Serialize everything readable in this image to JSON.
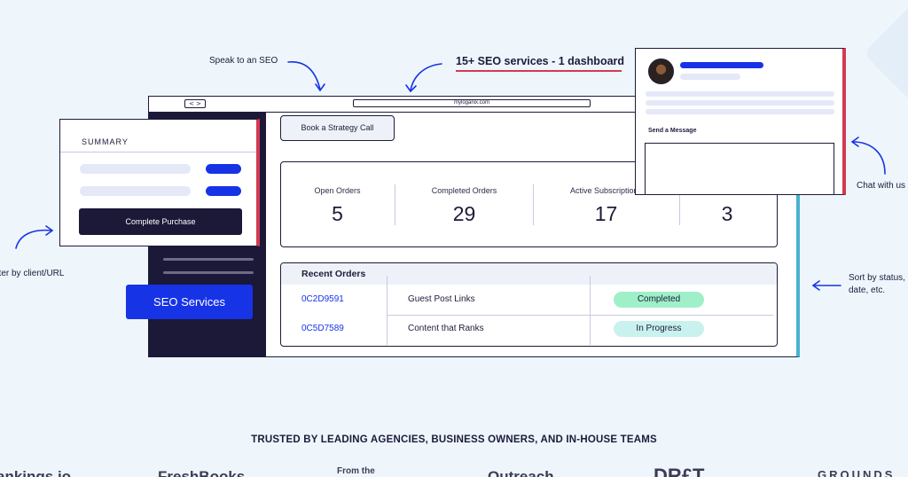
{
  "annotations": {
    "speak": "Speak to an SEO",
    "headline": "15+ SEO services - 1 dashboard",
    "chat": "Chat with us",
    "filter": "Filter by client/URL",
    "sort_line1": "Sort by status,",
    "sort_line2": "date, etc."
  },
  "browser": {
    "url": "myloganix.com",
    "nav_arrows": "< >"
  },
  "sidebar": {
    "seo_button": "SEO Services"
  },
  "toolbar": {
    "book_call": "Book a Strategy Call"
  },
  "stats": [
    {
      "label": "Open Orders",
      "value": "5"
    },
    {
      "label": "Completed Orders",
      "value": "29"
    },
    {
      "label": "Active Subscriptions",
      "value": "17"
    },
    {
      "label": "",
      "value": "3"
    }
  ],
  "orders": {
    "title": "Recent Orders",
    "rows": [
      {
        "id": "0C2D9591",
        "name": "Guest Post Links",
        "status": "Completed",
        "status_color": "#9ff0c8"
      },
      {
        "id": "0C5D7589",
        "name": "Content that Ranks",
        "status": "In Progress",
        "status_color": "#c9f2ef"
      }
    ]
  },
  "summary": {
    "title": "SUMMARY",
    "button": "Complete Purchase"
  },
  "chat_card": {
    "send_label": "Send a Message"
  },
  "trusted": "TRUSTED BY LEADING AGENCIES, BUSINESS OWNERS, AND IN-HOUSE TEAMS",
  "logos": [
    "ankings.io",
    "FreshBooks",
    "From the",
    "Outreach",
    "DR£T",
    "GROUNDS"
  ],
  "colors": {
    "accent_blue": "#1733e6",
    "navy": "#1b1838",
    "accent_red": "#d33a52",
    "accent_teal": "#4ab0d0"
  }
}
